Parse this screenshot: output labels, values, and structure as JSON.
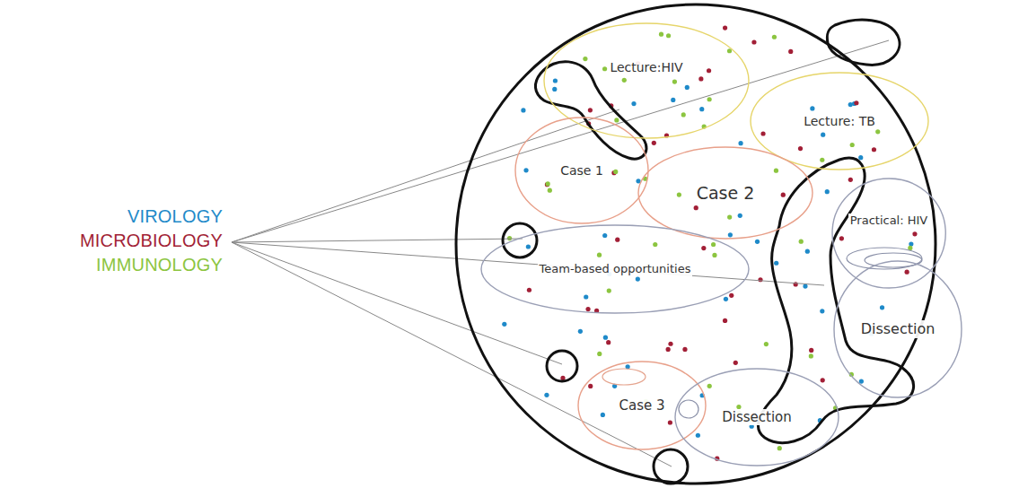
{
  "diagram": {
    "nodes": [
      {
        "text": [
          "Lecture:HIV"
        ]
      },
      {
        "text": [
          "Lecture: TB"
        ]
      },
      {
        "text": [
          "Case 1"
        ]
      },
      {
        "text": [
          "Case 2"
        ]
      },
      {
        "text": [
          "Practical: HIV"
        ]
      },
      {
        "text": [
          "Team-based opportunities"
        ]
      },
      {
        "text": [
          "Dissection"
        ]
      },
      {
        "text": [
          "Case 3"
        ]
      },
      {
        "text": [
          "Dissection"
        ]
      }
    ],
    "legend": [
      {
        "text": "VIROLOGY",
        "color": "#1f8ac9"
      },
      {
        "text": "MICROBIOLOGY",
        "color": "#a21f36"
      },
      {
        "text": "IMMUNOLOGY",
        "color": "#8cc540"
      }
    ]
  }
}
